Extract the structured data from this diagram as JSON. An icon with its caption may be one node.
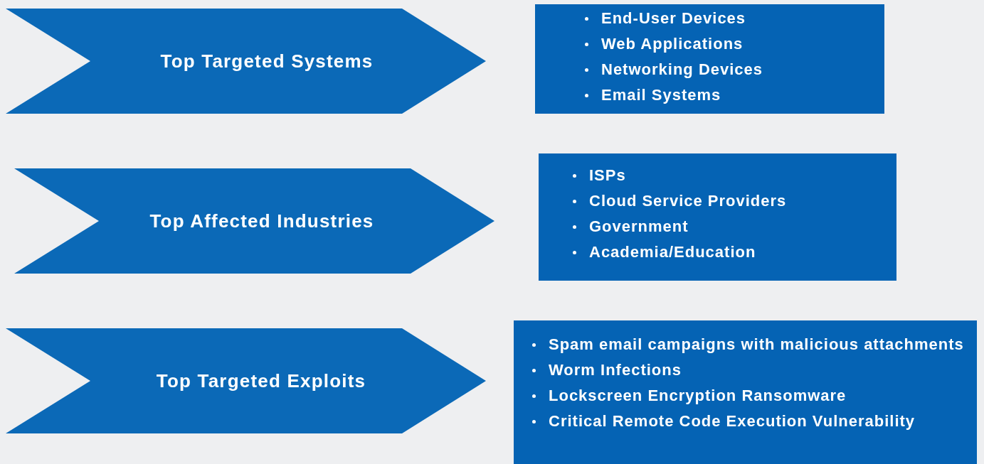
{
  "diagram": {
    "nodes": [
      {
        "text": [
          "Top Targeted Systems"
        ]
      },
      {
        "text": [
          "End-User Devices",
          "Web Applications",
          "Networking Devices",
          "Email Systems"
        ]
      },
      {
        "text": [
          "Top Affected Industries"
        ]
      },
      {
        "text": [
          "ISPs",
          "Cloud Service Providers",
          "Government",
          "Academia/Education"
        ]
      },
      {
        "text": [
          "Top Targeted Exploits"
        ]
      },
      {
        "text": [
          "Spam email campaigns with malicious attachments",
          "Worm Infections",
          "Lockscreen Encryption Ransomware",
          "Critical Remote Code Execution Vulnerability"
        ]
      }
    ]
  }
}
